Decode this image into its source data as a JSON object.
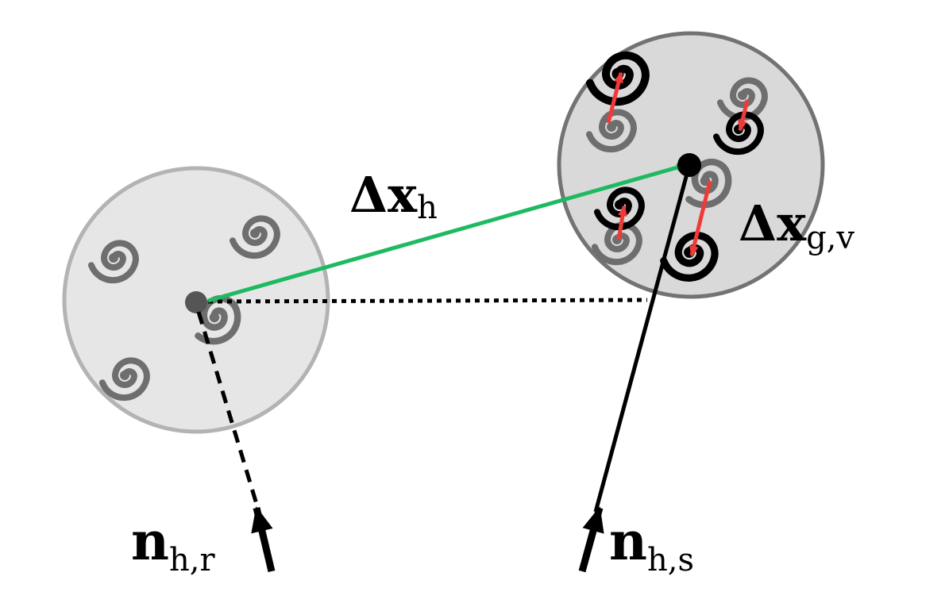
{
  "labels": {
    "delta_x_h": {
      "main": "Δx",
      "sub": "h"
    },
    "delta_x_gv": {
      "main": "Δx",
      "sub": "g,v"
    },
    "n_hr": {
      "main": "n",
      "sub": "h,r"
    },
    "n_hs": {
      "main": "n",
      "sub": "h,s"
    }
  },
  "colors": {
    "halo_real_fill": "#e6e6e6",
    "halo_real_stroke": "#b3b3b3",
    "halo_redshift_fill": "#d9d9d9",
    "halo_redshift_stroke": "#737373",
    "galaxy_gray": "#6e6e6e",
    "galaxy_black": "#000000",
    "halo_displacement_arrow": "#1dba62",
    "velocity_arrow": "#f03a3a",
    "line_of_sight": "#000000"
  },
  "icons": [
    "spiral-galaxy-icon"
  ]
}
